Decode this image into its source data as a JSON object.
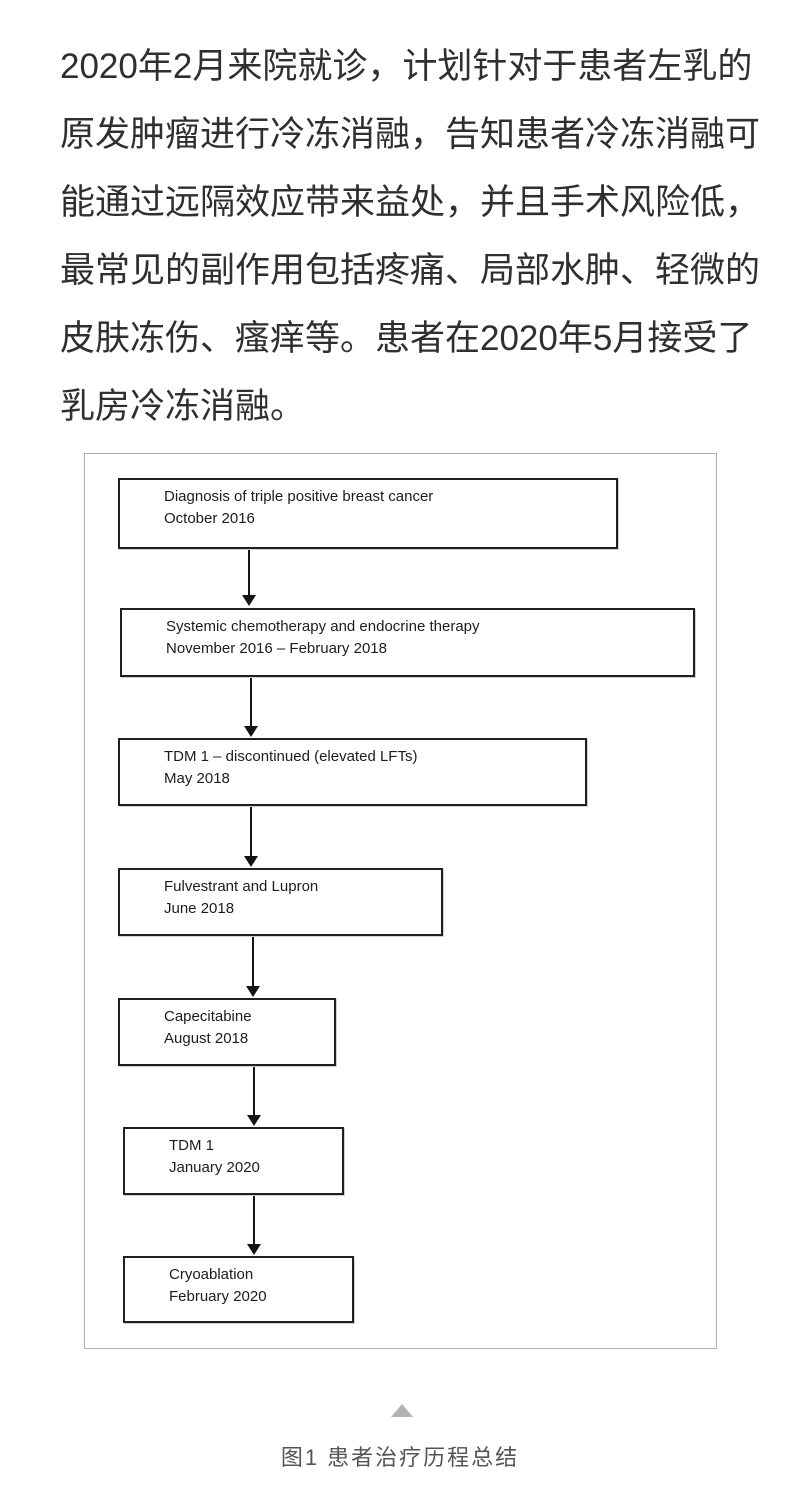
{
  "paragraph": {
    "lines": [
      "2020年2月来院就诊，计划针对于患者左乳的",
      "原发肿瘤进行冷冻消融，告知患者冷冻消融可",
      "能通过远隔效应带来益处，并且手术风险低，",
      "最常见的副作用包括疼痛、局部水肿、轻微的",
      "皮肤冻伤、瘙痒等。患者在2020年5月接受了",
      "乳房冷冻消融。"
    ]
  },
  "figure": {
    "steps": [
      {
        "title": "Diagnosis of triple positive breast cancer",
        "date": "October 2016"
      },
      {
        "title": "Systemic chemotherapy and endocrine therapy",
        "date": "November 2016 – February 2018"
      },
      {
        "title": "TDM 1 – discontinued (elevated LFTs)",
        "date": "May 2018"
      },
      {
        "title": "Fulvestrant and Lupron",
        "date": "June 2018"
      },
      {
        "title": "Capecitabine",
        "date": "August 2018"
      },
      {
        "title": "TDM 1",
        "date": "January 2020"
      },
      {
        "title": "Cryoablation",
        "date": "February 2020"
      }
    ],
    "caption": "图1 患者治疗历程总结"
  },
  "icons": {
    "figure_marker": "triangle-up-icon"
  },
  "colors": {
    "body_text": "#2f2f2f",
    "box_border": "#1f1f1f",
    "box_text": "#1c1c1c",
    "arrow": "#141414",
    "figure_border": "#b0b0b0",
    "caption_text": "#555555",
    "triangle": "#b3b3b3",
    "background": "#ffffff"
  }
}
